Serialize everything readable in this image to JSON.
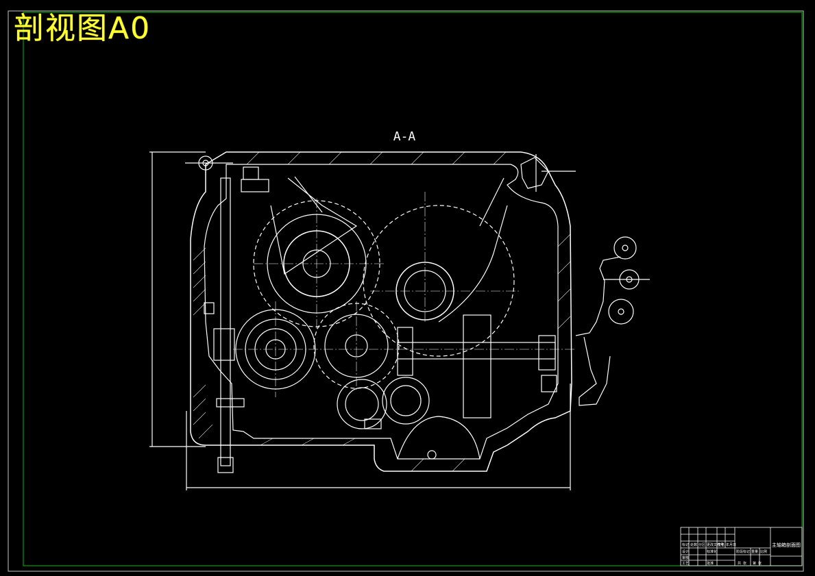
{
  "overlay": {
    "title": "剖视图A0"
  },
  "drawing": {
    "section_label": "A-A",
    "colors": {
      "background": "#000000",
      "border": "#00c000",
      "lines": "#ffffff",
      "title": "#ffff33"
    }
  },
  "title_block": {
    "drawing_name": "主轴箱剖面图",
    "cells": [
      "标记",
      "处数",
      "分区",
      "更改文件号",
      "签名",
      "年月日",
      "设计",
      "标准化",
      "阶段标记",
      "重量",
      "比例",
      "审核",
      "工艺",
      "批准",
      "共 张",
      "第 张"
    ]
  }
}
